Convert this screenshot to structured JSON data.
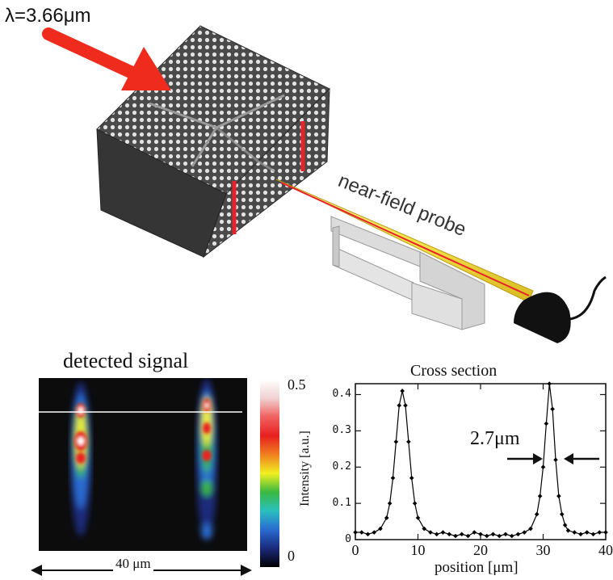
{
  "illustration": {
    "wavelength_label": "λ=3.66μm",
    "probe_label": "near-field probe",
    "colors": {
      "beam_arrow": "#ef2b1e",
      "crystal_top": "#5a5a5a",
      "crystal_front": "#3a3a3a",
      "crystal_side": "#2a2a2a",
      "waveguide_output": "#e8222a",
      "probe_fiber": "#f4e34a",
      "detector": "#111111"
    },
    "icons": [
      "incident-beam-arrow-icon",
      "photonic-crystal-block-icon",
      "near-field-probe-icon",
      "probe-stage-icon",
      "detector-icon"
    ]
  },
  "detected_signal": {
    "title": "detected signal",
    "scale_label": "40 μm",
    "colorbar": {
      "label": "Intensity [a.u.]",
      "max_label": "0.5",
      "min_label": "0",
      "colors": [
        "#000000",
        "#1a2a7a",
        "#2a6ad0",
        "#2ac0c0",
        "#3ab840",
        "#f0f020",
        "#f08020",
        "#e82020",
        "#f06060",
        "#f0d0d0",
        "#ffffff"
      ]
    }
  },
  "chart_data": {
    "type": "line",
    "title": "Cross section",
    "xlabel": "position [μm]",
    "ylabel": "",
    "xlim": [
      0,
      40
    ],
    "ylim": [
      0,
      0.43
    ],
    "x_ticks": [
      "0",
      "10",
      "20",
      "30",
      "40"
    ],
    "y_ticks": [
      "0",
      "0.1",
      "0.2",
      "0.3",
      "0.4"
    ],
    "annotation": "2.7μm",
    "grid": false,
    "series": [
      {
        "marker": "diamond",
        "color": "#000000",
        "x": [
          0,
          1,
          2,
          3,
          4,
          5,
          5.5,
          6,
          6.5,
          7,
          7.5,
          8,
          8.5,
          9,
          9.5,
          10,
          11,
          12,
          13,
          14,
          15,
          16,
          17,
          18,
          19,
          20,
          21,
          22,
          23,
          24,
          25,
          26,
          27,
          28,
          29,
          29.5,
          30,
          30.5,
          31,
          31.5,
          32,
          32.5,
          33,
          33.5,
          34,
          35,
          36,
          37,
          38,
          39,
          40
        ],
        "y": [
          0.02,
          0.02,
          0.015,
          0.02,
          0.03,
          0.06,
          0.1,
          0.17,
          0.27,
          0.37,
          0.41,
          0.37,
          0.27,
          0.17,
          0.1,
          0.06,
          0.03,
          0.02,
          0.015,
          0.02,
          0.015,
          0.01,
          0.015,
          0.01,
          0.02,
          0.015,
          0.01,
          0.015,
          0.01,
          0.015,
          0.01,
          0.015,
          0.02,
          0.03,
          0.07,
          0.12,
          0.2,
          0.32,
          0.43,
          0.36,
          0.22,
          0.12,
          0.07,
          0.04,
          0.025,
          0.02,
          0.015,
          0.02,
          0.015,
          0.02,
          0.02
        ]
      }
    ]
  }
}
